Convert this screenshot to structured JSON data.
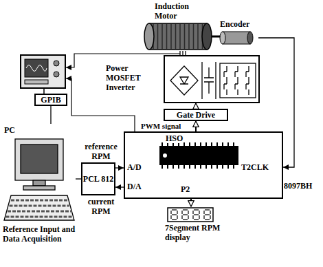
{
  "diagram": {
    "nodes": [
      {
        "text": [
          "Induction Motor"
        ]
      },
      {
        "text": [
          "Encoder"
        ]
      },
      {
        "text": [
          "Power MOSFET Inverter"
        ]
      },
      {
        "text": [
          "Gate Drive"
        ]
      },
      {
        "text": [
          "GPIB"
        ]
      },
      {
        "text": [
          "PC",
          "Reference Input and Data Acquisition"
        ]
      },
      {
        "text": [
          "PCL 812"
        ]
      },
      {
        "text": [
          "8097BH"
        ]
      },
      {
        "text": [
          "7Segment RPM display"
        ]
      }
    ],
    "edges": [
      {
        "from": 1,
        "to": 7,
        "arrow": "to"
      },
      {
        "from": 2,
        "to": 0,
        "arrow": "none"
      },
      {
        "from": 3,
        "to": 2,
        "arrow": "to"
      },
      {
        "from": 7,
        "to": 3,
        "arrow": "to",
        "label": "PWM signal"
      },
      {
        "from": 4,
        "to": 5,
        "arrow": "none"
      },
      {
        "from": 5,
        "to": 6,
        "arrow": "none"
      },
      {
        "from": 6,
        "to": 7,
        "arrow": "to",
        "label": "reference RPM"
      },
      {
        "from": 7,
        "to": 6,
        "arrow": "to",
        "label": "current RPM"
      },
      {
        "from": 7,
        "to": 8,
        "arrow": "to"
      }
    ],
    "labels": [
      "HSO",
      "A/D",
      "D/A",
      "T2CLK",
      "P2"
    ]
  }
}
